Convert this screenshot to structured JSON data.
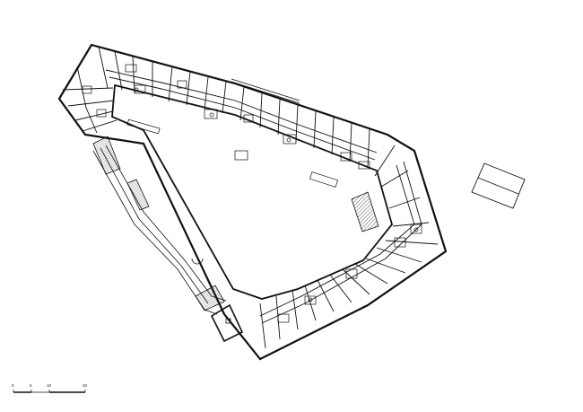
{
  "drawing": {
    "type": "architectural floor plan",
    "line_color": "#111111",
    "background": "#ffffff",
    "hatch_color": "#333333"
  },
  "scale_bar": {
    "labels": [
      "0",
      "5",
      "10",
      "20"
    ],
    "units": []
  }
}
